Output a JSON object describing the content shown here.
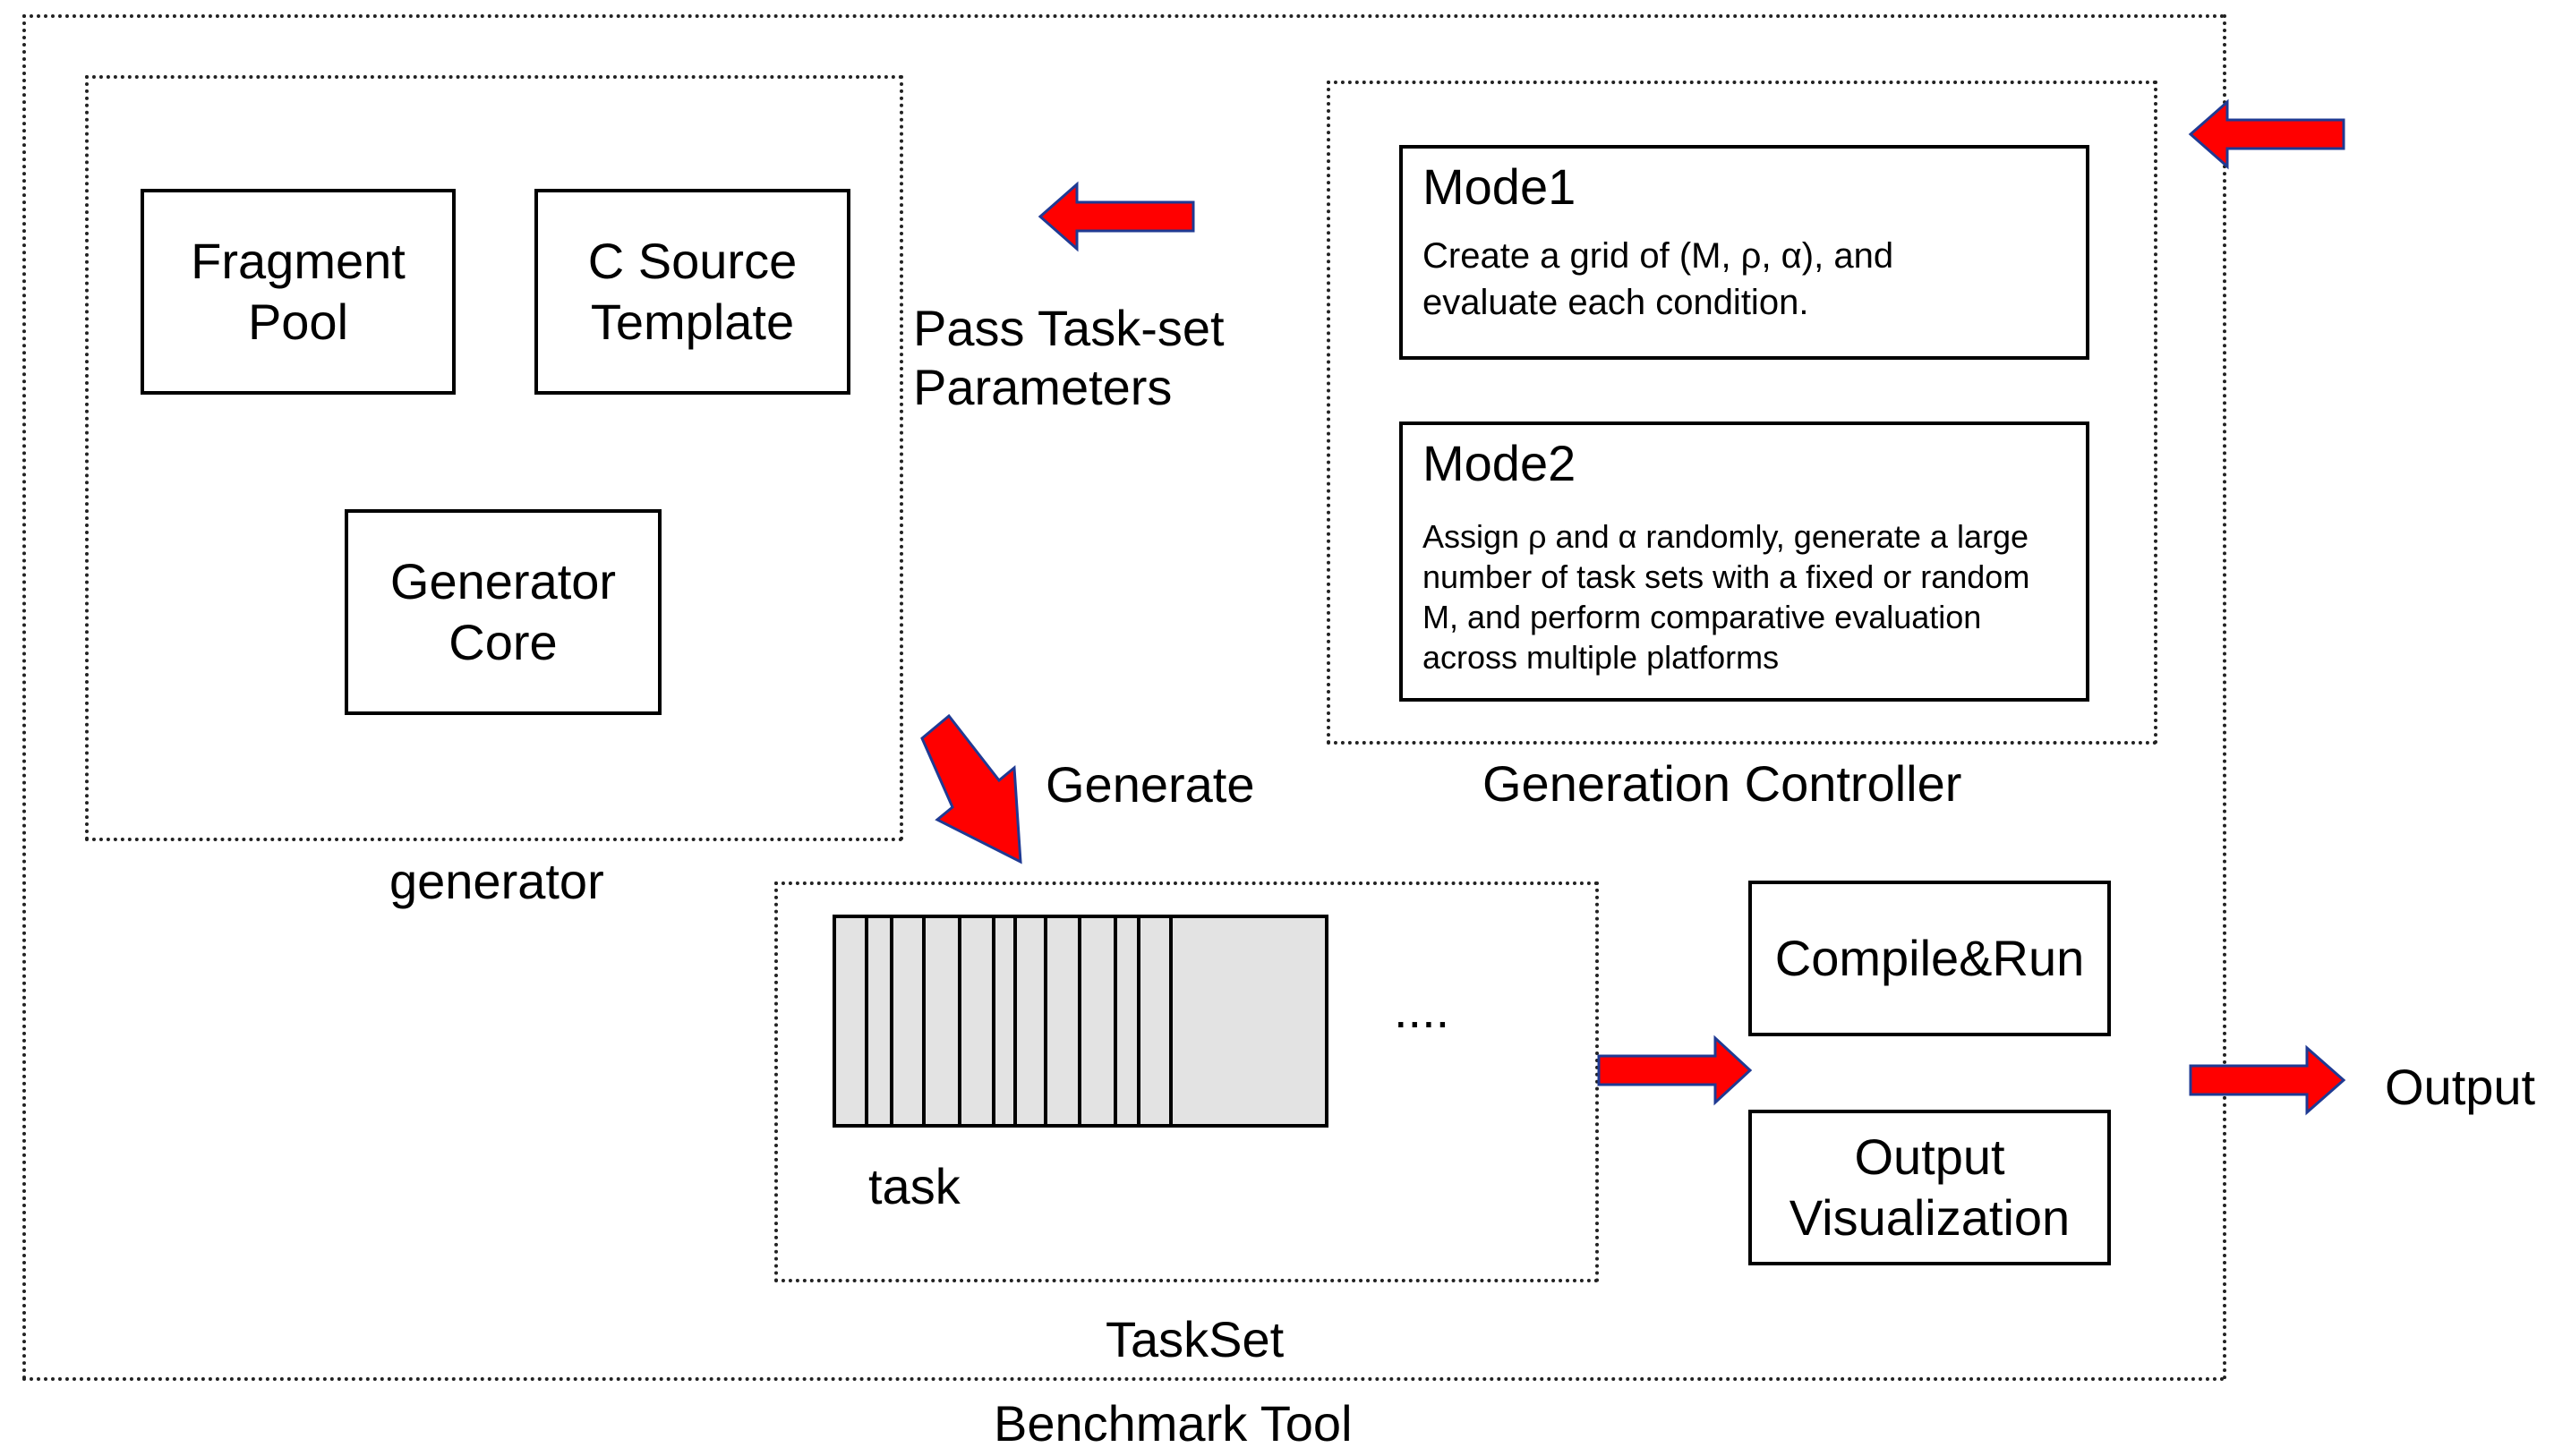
{
  "outer": {
    "label": "Benchmark Tool"
  },
  "generator": {
    "label": "generator",
    "fragment_pool": "Fragment\nPool",
    "c_source_template": "C Source\nTemplate",
    "generator_core": "Generator\nCore"
  },
  "controller": {
    "label": "Generation Controller",
    "mode1": {
      "title": "Mode1",
      "desc": "Create a grid of (M, ρ, α), and\nevaluate each condition."
    },
    "mode2": {
      "title": "Mode2",
      "desc": "Assign ρ and α randomly, generate a large\nnumber of task sets with a fixed or random\nM, and perform comparative evaluation\nacross multiple platforms"
    }
  },
  "arrows": {
    "pass_params": "Pass Task-set\nParameters",
    "generate": "Generate"
  },
  "taskset": {
    "label": "TaskSet",
    "task_label": "task",
    "ellipsis": "...."
  },
  "compile_run": "Compile&Run",
  "output_visualization": "Output\nVisualization",
  "output": "Output",
  "colors": {
    "arrow_fill": "#ff0000",
    "arrow_stroke": "#1f3a93",
    "task_fill": "#e3e3e3"
  }
}
